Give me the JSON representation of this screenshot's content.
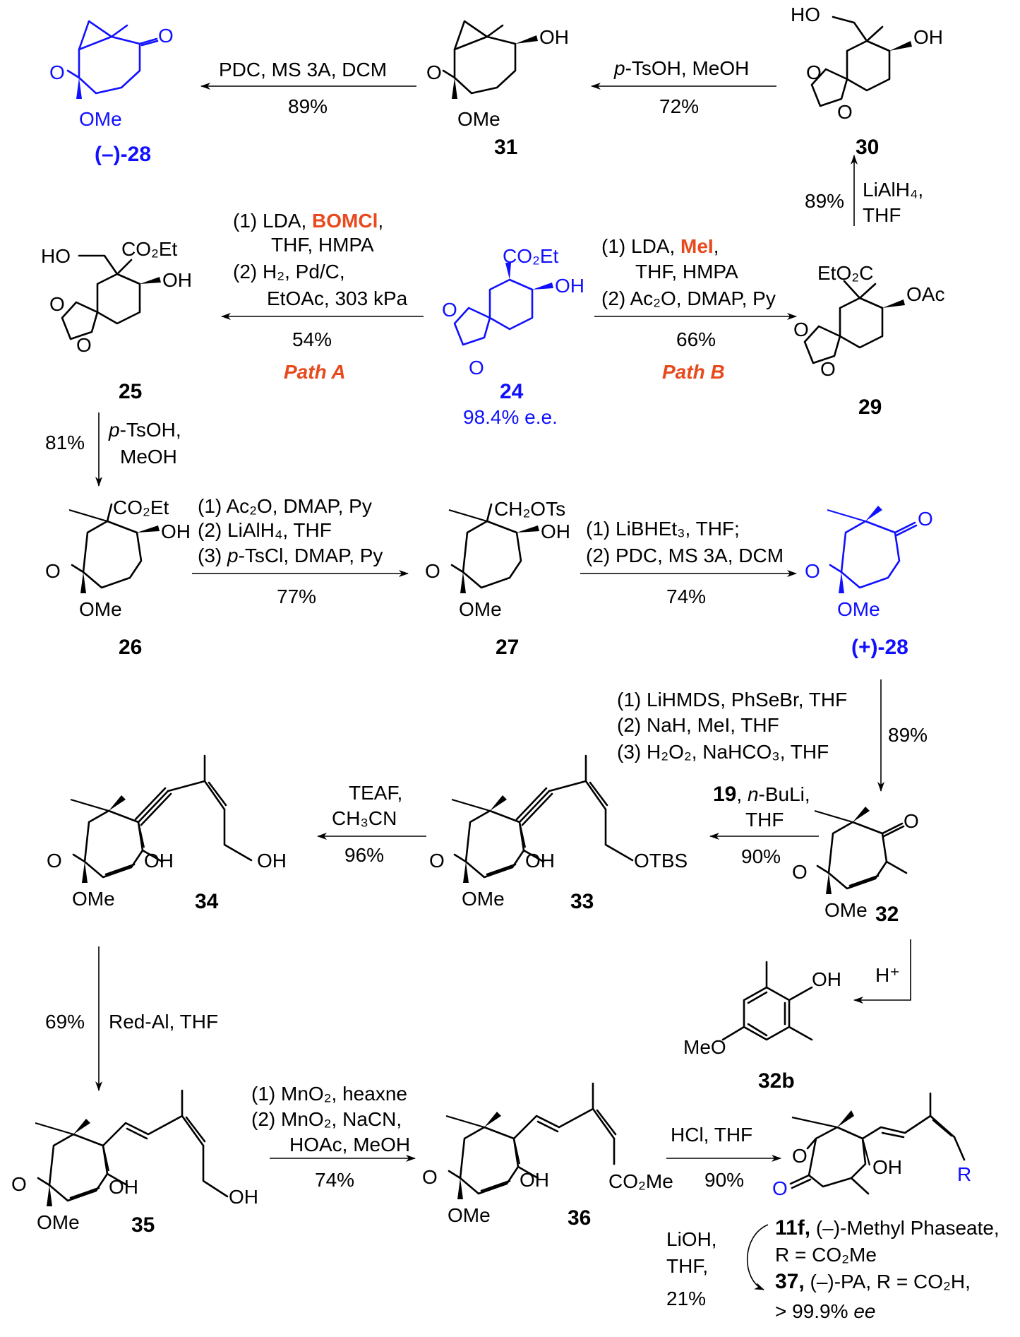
{
  "compounds": {
    "c24": {
      "label": "24",
      "ee": "98.4% e.e."
    },
    "c25": {
      "label": "25"
    },
    "c26": {
      "label": "26"
    },
    "c27": {
      "label": "27"
    },
    "c28neg": {
      "label": "(–)-28"
    },
    "c28pos": {
      "label": "(+)-28"
    },
    "c29": {
      "label": "29"
    },
    "c30": {
      "label": "30"
    },
    "c31": {
      "label": "31"
    },
    "c32": {
      "label": "32"
    },
    "c32b": {
      "label": "32b"
    },
    "c33": {
      "label": "33"
    },
    "c34": {
      "label": "34"
    },
    "c35": {
      "label": "35"
    },
    "c36": {
      "label": "36"
    }
  },
  "atoms": {
    "co2et": "CO₂Et",
    "eto2c": "EtO₂C",
    "oh": "OH",
    "ho": "HO",
    "oac": "OAc",
    "ome": "OMe",
    "meo": "MeO",
    "o": "O",
    "ch2ots": "CH₂OTs",
    "otbs": "OTBS",
    "co2me": "CO₂Me",
    "r": "R"
  },
  "path_labels": {
    "a": "Path A",
    "b": "Path B"
  },
  "steps": {
    "pathA": {
      "l1a": "(1) LDA, ",
      "l1b": "BOMCl",
      "l1c": ",",
      "l2": "THF, HMPA",
      "l3": "(2) H₂, Pd/C,",
      "l4": "EtOAc, 303 kPa",
      "yield": "54%"
    },
    "pathB": {
      "l1a": "(1) LDA, ",
      "l1b": "MeI",
      "l1c": ",",
      "l2": "THF, HMPA",
      "l3": "(2) Ac₂O, DMAP, Py",
      "yield": "66%"
    },
    "s29_30": {
      "l1": "LiAlH₄,",
      "l2": "THF",
      "yield": "89%"
    },
    "s30_31": {
      "l1a": "p",
      "l1b": "-TsOH, MeOH",
      "yield": "72%"
    },
    "s31_28": {
      "l1": "PDC, MS 3A, DCM",
      "yield": "89%"
    },
    "s25_26": {
      "l1a": "p",
      "l1b": "-TsOH,",
      "l2": "MeOH",
      "yield": "81%"
    },
    "s26_27": {
      "l1": "(1) Ac₂O, DMAP, Py",
      "l2": "(2) LiAlH₄, THF",
      "l3a": "(3) ",
      "l3b": "p",
      "l3c": "-TsCl, DMAP, Py",
      "yield": "77%"
    },
    "s27_28": {
      "l1": "(1) LiBHEt₃, THF;",
      "l2": "(2) PDC, MS 3A, DCM",
      "yield": "74%"
    },
    "s28_32": {
      "l1": "(1) LiHMDS, PhSeBr, THF",
      "l2": "(2) NaH, MeI, THF",
      "l3": "(3) H₂O₂, NaHCO₃, THF",
      "yield": "89%"
    },
    "s32_33": {
      "l1a": "19",
      "l1b": ", ",
      "l1c": "n",
      "l1d": "-BuLi,",
      "l2": "THF",
      "yield": "90%"
    },
    "s33_34": {
      "l1": "TEAF,",
      "l2": "CH₃CN",
      "yield": "96%"
    },
    "s32_32b": {
      "l1": "H⁺"
    },
    "s34_35": {
      "l1": "Red-Al, THF",
      "yield": "69%"
    },
    "s35_36": {
      "l1": "(1) MnO₂, heaxne",
      "l2": "(2) MnO₂, NaCN,",
      "l3": "HOAc, MeOH",
      "yield": "74%"
    },
    "s36_11f": {
      "l1": "HCl, THF",
      "yield": "90%"
    },
    "s11f_37": {
      "l1": "LiOH,",
      "l2": "THF,",
      "yield": "21%"
    }
  },
  "products": {
    "p11f": {
      "label": "11f,",
      "text": " (–)-Methyl Phaseate,",
      "r": "R = CO₂Me"
    },
    "p37": {
      "label": "37,",
      "text": " (–)-PA, R = CO₂H,",
      "ee_a": "> 99.9% ",
      "ee_b": "ee"
    }
  }
}
